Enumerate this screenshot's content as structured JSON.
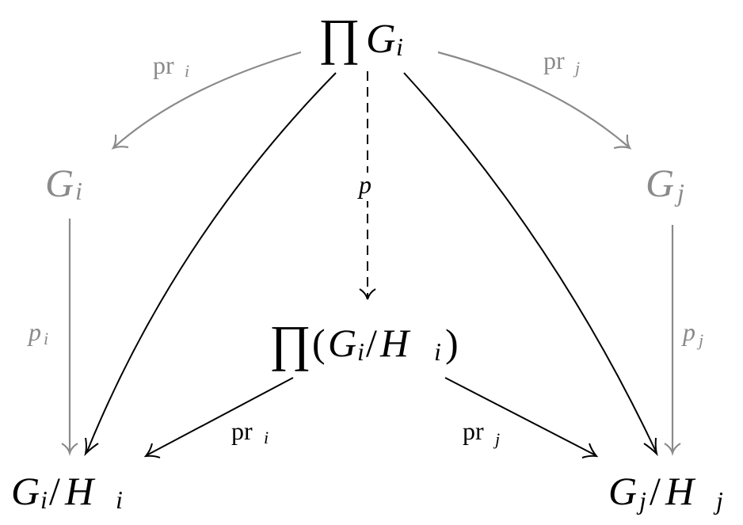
{
  "nodes": {
    "product": {
      "op": "∏",
      "base": "G",
      "sub": "i"
    },
    "gi": {
      "base": "G",
      "sub": "i"
    },
    "gj": {
      "base": "G",
      "sub": "j"
    },
    "quotient_product": {
      "op": "∏",
      "open": "(",
      "base": "G",
      "sub": "i",
      "slash": "/",
      "base2": "H",
      "sub2": "i",
      "close": ")"
    },
    "gi_hi": {
      "base": "G",
      "sub": "i",
      "slash": "/",
      "base2": "H",
      "sub2": "i"
    },
    "gj_hj": {
      "base": "G",
      "sub": "j",
      "slash": "/",
      "base2": "H",
      "sub2": "j"
    }
  },
  "arrows": {
    "pr_i_top": {
      "name": "pr",
      "sub": "i"
    },
    "pr_j_top": {
      "name": "pr",
      "sub": "j"
    },
    "p": {
      "name": "p"
    },
    "p_i": {
      "name": "p",
      "sub": "i"
    },
    "p_j": {
      "name": "p",
      "sub": "j"
    },
    "pr_i_bottom": {
      "name": "pr",
      "sub": "i"
    },
    "pr_j_bottom": {
      "name": "pr",
      "sub": "j"
    }
  },
  "colors": {
    "primary": "#000000",
    "secondary": "#8a8a8a"
  }
}
